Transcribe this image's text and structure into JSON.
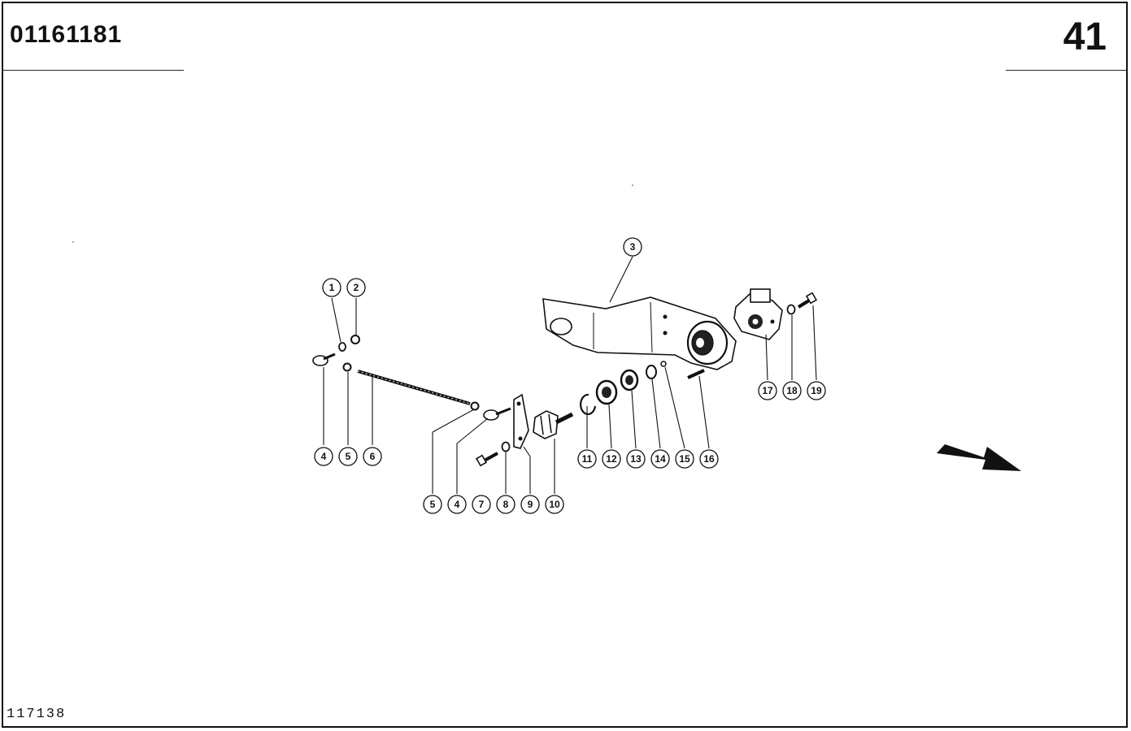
{
  "header": {
    "doc_number": "01161181",
    "page_number": "41"
  },
  "footer": {
    "drawing_ref": "117138"
  },
  "callouts": [
    "1",
    "2",
    "3",
    "4",
    "5",
    "6",
    "5",
    "4",
    "7",
    "8",
    "9",
    "10",
    "11",
    "12",
    "13",
    "14",
    "15",
    "16",
    "17",
    "18",
    "19"
  ],
  "icons": {
    "direction_arrow": "arrow-right-down-icon"
  }
}
